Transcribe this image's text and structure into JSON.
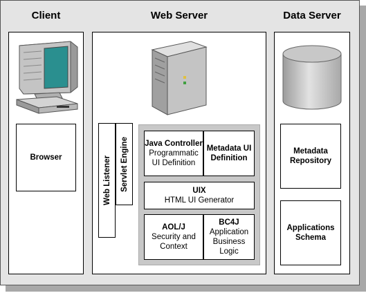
{
  "headers": {
    "client": "Client",
    "web_server": "Web Server",
    "data_server": "Data Server"
  },
  "client": {
    "browser": "Browser"
  },
  "web_server": {
    "web_listener": "Web Listener",
    "servlet_engine": "Servlet Engine",
    "java_controller": {
      "title": "Java Controller",
      "desc": "Programmatic UI Definition"
    },
    "metadata_ui": {
      "title": "Metadata UI Definition"
    },
    "uix": {
      "title": "UIX",
      "desc": "HTML UI Generator"
    },
    "aolj": {
      "title": "AOL/J",
      "desc": "Security and Context"
    },
    "bc4j": {
      "title": "BC4J",
      "desc": "Application Business Logic"
    }
  },
  "data_server": {
    "metadata_repository": "Metadata Repository",
    "applications_schema": "Applications Schema"
  },
  "colors": {
    "background": "#e4e4e4",
    "monitor_screen": "#2a8f8f",
    "component_panel": "#c8c8c8"
  }
}
